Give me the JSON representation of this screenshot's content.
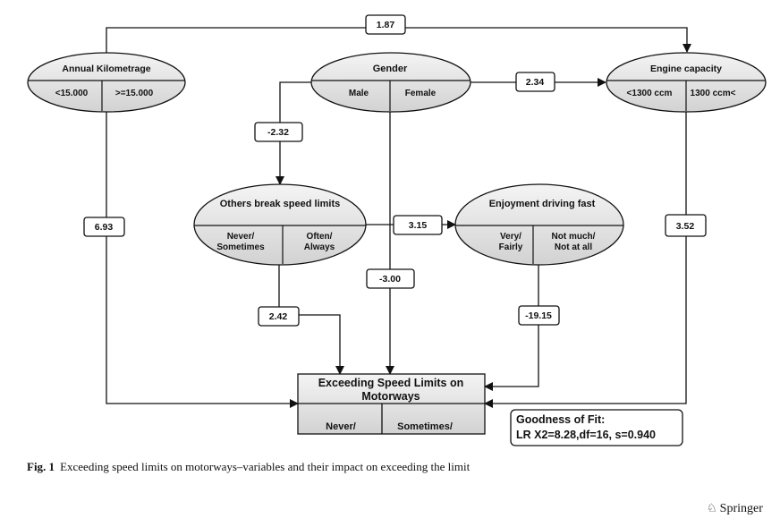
{
  "nodes": {
    "annual_km": {
      "title": "Annual Kilometrage",
      "left": "<15.000",
      "right": ">=15.000"
    },
    "gender": {
      "title": "Gender",
      "left": "Male",
      "right": "Female"
    },
    "engine": {
      "title": "Engine capacity",
      "left": "<1300 ccm",
      "right": "1300 ccm<"
    },
    "others": {
      "title": "Others break speed limits",
      "left_1": "Never/",
      "left_2": "Sometimes",
      "right_1": "Often/",
      "right_2": "Always"
    },
    "enjoy": {
      "title": "Enjoyment driving fast",
      "left_1": "Very/",
      "left_2": "Fairly",
      "right_1": "Not much/",
      "right_2": "Not at all"
    },
    "target": {
      "title_1": "Exceeding Speed Limits on",
      "title_2": "Motorways",
      "left": "Never/",
      "right": "Sometimes/"
    }
  },
  "edges": {
    "km_engine": "1.87",
    "gender_engine": "2.34",
    "gender_others": "-2.32",
    "others_enjoy": "3.15",
    "km_target": "6.93",
    "engine_target": "3.52",
    "gender_target": "-3.00",
    "others_target": "2.42",
    "enjoy_target": "-19.15"
  },
  "fit": {
    "line_1": "Goodness of Fit:",
    "line_2": "LR X2=8.28,df=16, s=0.940"
  },
  "caption": {
    "label": "Fig. 1",
    "text": "Exceeding speed limits on motorways–variables and their impact on exceeding the limit"
  },
  "publisher": {
    "icon": "springer-horse-icon",
    "name": "Springer"
  }
}
